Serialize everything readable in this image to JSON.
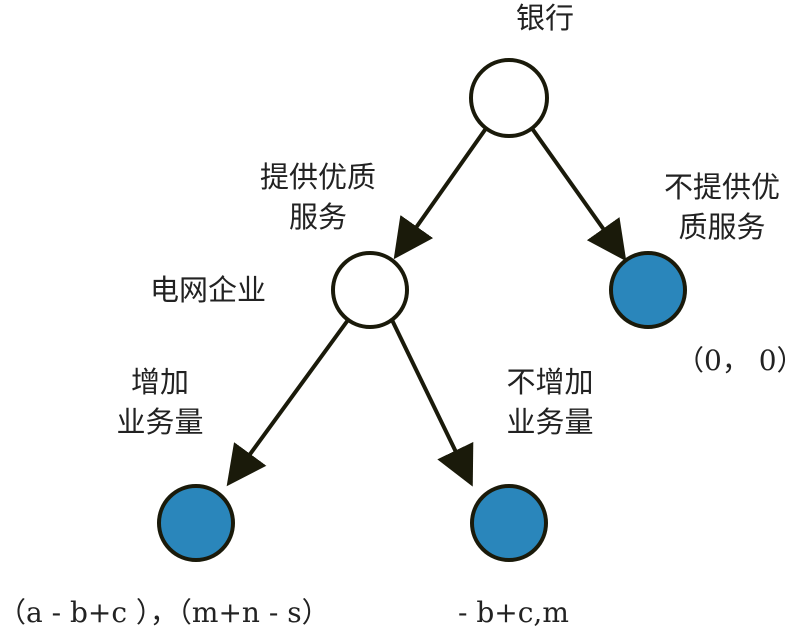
{
  "nodes": {
    "root": {
      "label": "银行"
    },
    "grid": {
      "label": "电网企业"
    }
  },
  "branches": {
    "bank_good_service": {
      "line1": "提供优质",
      "line2": "服务"
    },
    "bank_no_service": {
      "line1": "不提供优",
      "line2": "质服务"
    },
    "grid_increase": {
      "line1": "增加",
      "line2": "业务量"
    },
    "grid_no_increase": {
      "line1": "不增加",
      "line2": "业务量"
    }
  },
  "payoffs": {
    "no_service": "（0， 0）",
    "increase": "（a - b+c ），（m+n - s）",
    "no_increase": "- b+c,m"
  },
  "colors": {
    "decision_node_fill": "#ffffff",
    "terminal_node_fill": "#2a86bb",
    "stroke": "#1a1a0a"
  }
}
